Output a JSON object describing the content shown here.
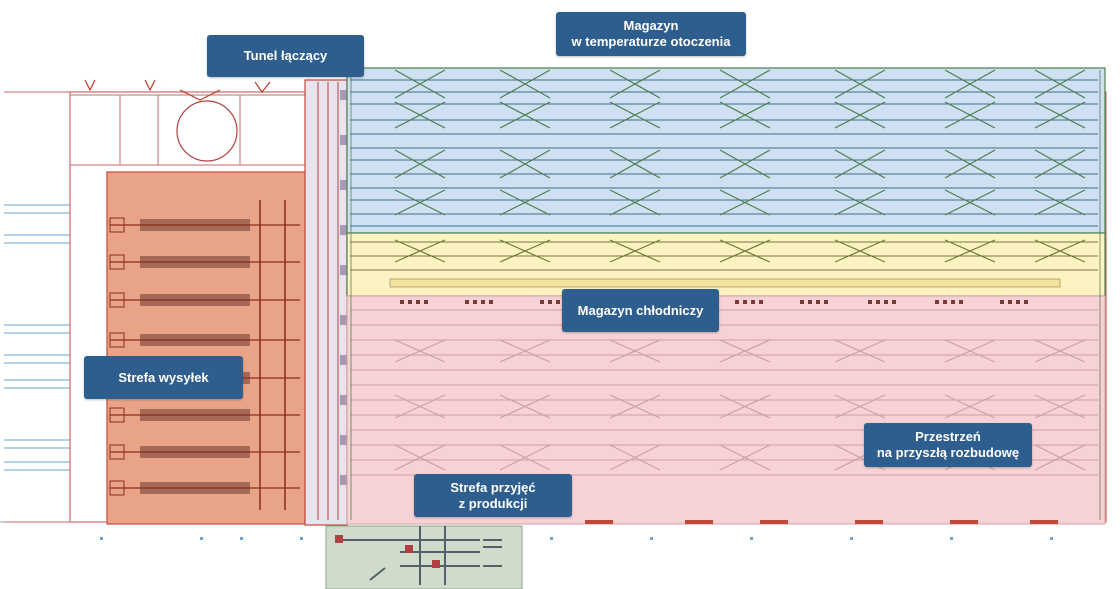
{
  "colors": {
    "ambient_zone": "#cfe0f2",
    "chilled_zone": "#fdf3c2",
    "expansion_zone": "#f7d2d4",
    "shipping_zone": "#e9a487",
    "reception_zone": "#cfdccc",
    "callout": "#2e5e8e",
    "callout_text": "#ffffff"
  },
  "labels": {
    "tunnel": "Tunel łączący",
    "ambient_line1": "Magazyn",
    "ambient_line2": "w temperaturze otoczenia",
    "chilled": "Magazyn chłodniczy",
    "shipping": "Strefa wysyłek",
    "expansion_line1": "Przestrzeń",
    "expansion_line2": "na przyszłą rozbudowę",
    "reception_line1": "Strefa przyjęć",
    "reception_line2": "z produkcji"
  }
}
